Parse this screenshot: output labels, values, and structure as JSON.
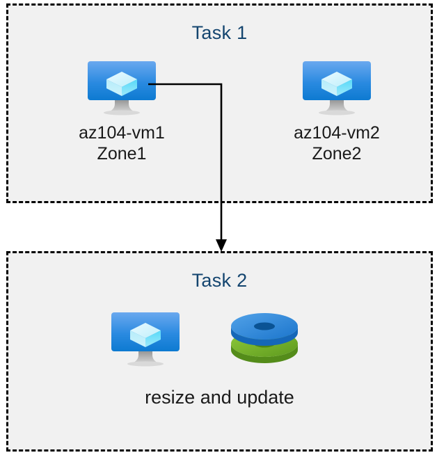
{
  "diagram": {
    "background_color": "#ffffff",
    "panel_fill": "#f1f1f1",
    "panel_border_color": "#000000",
    "title_color": "#14456f",
    "label_color": "#1a1a1a",
    "connector_color": "#000000"
  },
  "panels": [
    {
      "id": "task1",
      "title": "Task 1",
      "nodes": [
        {
          "id": "vm1",
          "icon": "azure-virtual-machine-icon",
          "label": "az104-vm1\nZone1",
          "name_line": "az104-vm1",
          "zone_line": "Zone1"
        },
        {
          "id": "vm2",
          "icon": "azure-virtual-machine-icon",
          "label": "az104-vm2\nZone2",
          "name_line": "az104-vm2",
          "zone_line": "Zone2"
        }
      ]
    },
    {
      "id": "task2",
      "title": "Task 2",
      "caption": "resize and update",
      "nodes": [
        {
          "id": "vm3",
          "icon": "azure-virtual-machine-icon",
          "label": ""
        },
        {
          "id": "disks",
          "icon": "azure-disks-icon",
          "label": ""
        }
      ]
    }
  ],
  "connector": {
    "from": "vm1",
    "to": "task2",
    "arrow_head": "down-arrow-icon",
    "style": "elbow"
  },
  "icon_colors": {
    "vm_screen_top": "#5ea0ec",
    "vm_screen_bottom": "#0f7bd4",
    "vm_cube_light": "#d7f4fd",
    "vm_cube_mid": "#9fe6fa",
    "vm_cube_bright": "#3fd2f7",
    "vm_stand": "#b3b3b3",
    "disk_blue_top": "#3c8fdc",
    "disk_blue_side": "#1b75cc",
    "disk_blue_hole": "#0b5aa5",
    "disk_green_top": "#7cb72b",
    "disk_green_side": "#5e9a1e",
    "disk_green_hole": "#4e8418"
  }
}
